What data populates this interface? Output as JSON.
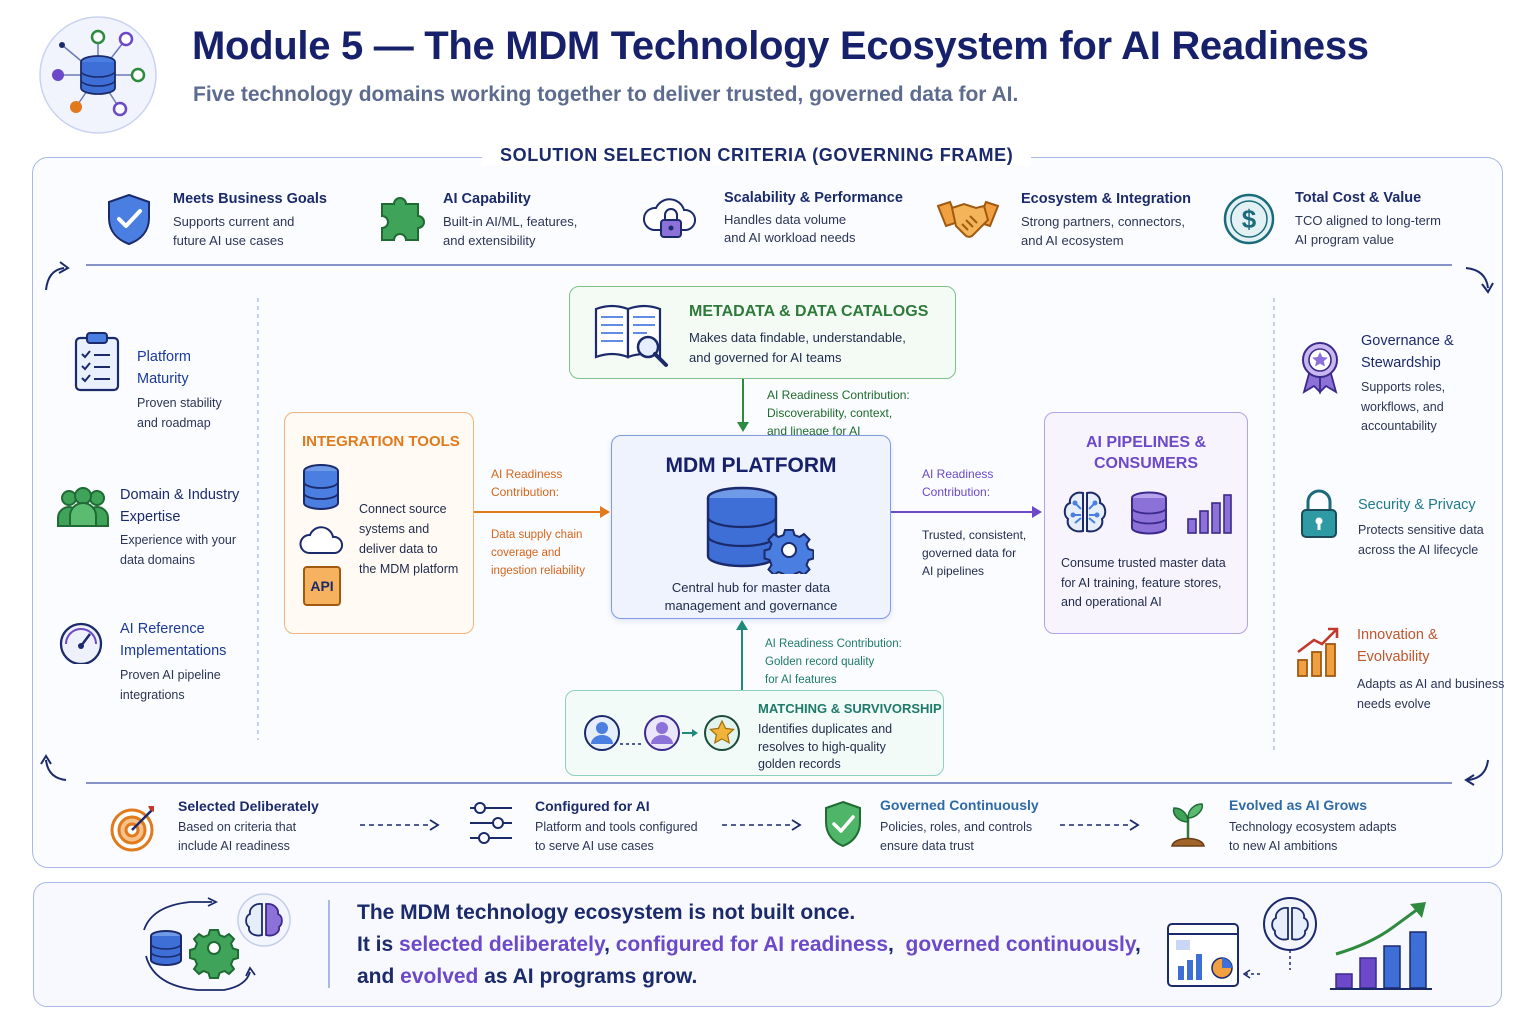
{
  "header": {
    "title": "Module 5 — The MDM Technology Ecosystem for AI Readiness",
    "subtitle": "Five technology domains working together to deliver trusted, governed data for AI."
  },
  "frame_title": "SOLUTION  SELECTION  CRITERIA  (GOVERNING FRAME)",
  "criteria": [
    {
      "title": "Meets Business Goals",
      "line1": "Supports current and",
      "line2": "future AI use cases",
      "icon": "shield-check-icon"
    },
    {
      "title": "AI Capability",
      "line1": "Built-in AI/ML, features,",
      "line2": "and extensibility",
      "icon": "puzzle-icon"
    },
    {
      "title": "Scalability & Performance",
      "line1": "Handles data volume",
      "line2": "and AI workload needs",
      "icon": "cloud-lock-icon"
    },
    {
      "title": "Ecosystem & Integration",
      "line1": "Strong partners, connectors,",
      "line2": "and AI ecosystem",
      "icon": "handshake-icon"
    },
    {
      "title": "Total Cost & Value",
      "line1": "TCO aligned to long-term",
      "line2": "AI program value",
      "icon": "dollar-icon"
    }
  ],
  "left_side": [
    {
      "title1": "Platform",
      "title2": "Maturity",
      "line1": "Proven stability",
      "line2": "and roadmap",
      "icon": "clipboard-icon"
    },
    {
      "title1": "Domain & Industry",
      "title2": "Expertise",
      "line1": "Experience with your",
      "line2": "data domains",
      "icon": "people-icon"
    },
    {
      "title1": "AI Reference",
      "title2": "Implementations",
      "line1": "Proven AI pipeline",
      "line2": "integrations",
      "icon": "gauge-icon"
    }
  ],
  "right_side": [
    {
      "title1": "Governance &",
      "title2": "Stewardship",
      "line1": "Supports roles,",
      "line2": "workflows, and",
      "line3": "accountability",
      "icon": "award-icon"
    },
    {
      "title1": "Security & Privacy",
      "line1": "Protects sensitive data",
      "line2": "across the AI lifecycle",
      "icon": "padlock-icon"
    },
    {
      "title1": "Innovation &",
      "title2": "Evolvability",
      "line1": "Adapts as AI and business",
      "line2": "needs evolve",
      "icon": "growth-chart-icon"
    }
  ],
  "metadata": {
    "title": "METADATA & DATA CATALOGS",
    "line1": "Makes data findable, understandable,",
    "line2": "and governed for AI teams",
    "contrib1": "AI Readiness Contribution:",
    "contrib2": "Discoverability, context,",
    "contrib3": "and lineage for AI"
  },
  "integration": {
    "title": "INTEGRATION TOOLS",
    "line1": "Connect source",
    "line2": "systems and",
    "line3": "deliver data to",
    "line4": "the MDM platform",
    "api_label": "API",
    "contrib1": "AI Readiness",
    "contrib2": "Contribution:",
    "contrib3": "Data supply chain",
    "contrib4": "coverage and",
    "contrib5": "ingestion reliability"
  },
  "mdm": {
    "title": "MDM PLATFORM",
    "line1": "Central hub for master data",
    "line2": "management and governance"
  },
  "pipelines": {
    "title1": "AI PIPELINES &",
    "title2": "CONSUMERS",
    "line1": "Consume trusted master data",
    "line2": "for AI training, feature stores,",
    "line3": "and operational AI",
    "contrib1": "AI Readiness",
    "contrib2": "Contribution:",
    "contrib3": "Trusted, consistent,",
    "contrib4": "governed data for",
    "contrib5": "AI pipelines"
  },
  "matching": {
    "title": "MATCHING & SURVIVORSHIP",
    "line1": "Identifies duplicates and",
    "line2": "resolves to high-quality",
    "line3": "golden records",
    "contrib1": "AI Readiness Contribution:",
    "contrib2": "Golden record quality",
    "contrib3": "for AI features"
  },
  "lifecycle": [
    {
      "title": "Selected Deliberately",
      "line1": "Based on criteria that",
      "line2": "include AI readiness",
      "icon": "target-icon"
    },
    {
      "title": "Configured for AI",
      "line1": "Platform and tools configured",
      "line2": "to serve AI use cases",
      "icon": "sliders-icon"
    },
    {
      "title": "Governed Continuously",
      "line1": "Policies, roles, and controls",
      "line2": "ensure data trust",
      "icon": "shield-check-icon"
    },
    {
      "title": "Evolved as AI Grows",
      "line1": "Technology ecosystem adapts",
      "line2": "to new AI ambitions",
      "icon": "sprout-icon"
    }
  ],
  "bottom": {
    "l1": "The MDM technology ecosystem is not built once.",
    "l2a": "It is ",
    "l2b": "selected deliberately",
    "l2c": ", ",
    "l2d": "configured for AI readiness",
    "l2e": ",  ",
    "l2f": "governed continuously",
    "l2g": ",",
    "l3a": "and ",
    "l3b": "evolved",
    "l3c": " as AI programs grow."
  },
  "colors": {
    "navy": "#1b2a6b",
    "green": "#2e8a3e",
    "orange": "#e07a1c",
    "purple": "#6b49c9",
    "teal": "#1f8a7a",
    "blue": "#3d6fd6"
  }
}
